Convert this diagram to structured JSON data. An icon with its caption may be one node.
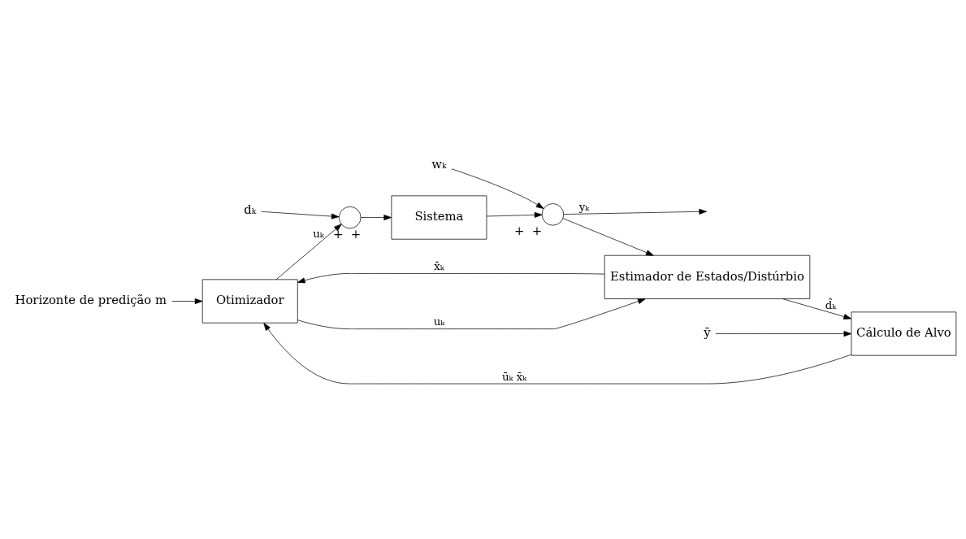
{
  "diagram": {
    "nodes": [
      {
        "text": [
          "Horizonte de predição m"
        ]
      },
      {
        "text": [
          "Otimizador"
        ]
      },
      {
        "text": [
          "dₖ"
        ]
      },
      {
        "text": [],
        "shape": "circle",
        "beside": [
          "+",
          "+"
        ]
      },
      {
        "text": [
          "Sistema"
        ]
      },
      {
        "text": [
          "wₖ"
        ]
      },
      {
        "text": [],
        "shape": "circle",
        "beside": [
          "+",
          "+"
        ]
      },
      {
        "text": [
          "Estimador de Estados/Distúrbio"
        ]
      },
      {
        "text": [
          "Cálculo de Alvo"
        ]
      },
      {
        "text": [
          "ȳ"
        ]
      }
    ],
    "edges": [
      {
        "from": 0,
        "to": 1,
        "arrow": "to"
      },
      {
        "from": 1,
        "to": 3,
        "arrow": "to",
        "label": "uₖ"
      },
      {
        "from": 2,
        "to": 3,
        "arrow": "to"
      },
      {
        "from": 3,
        "to": 4,
        "arrow": "to"
      },
      {
        "from": 4,
        "to": 6,
        "arrow": "to"
      },
      {
        "from": 5,
        "to": 6,
        "arrow": "to"
      },
      {
        "from": 6,
        "to": null,
        "arrow": "to",
        "label": "yₖ"
      },
      {
        "from": 1,
        "to": 7,
        "arrow": "to",
        "label": "uₖ"
      },
      {
        "from": 6,
        "to": 7,
        "arrow": "to"
      },
      {
        "from": 7,
        "to": 1,
        "arrow": "to",
        "label": "x̂ₖ"
      },
      {
        "from": 7,
        "to": 8,
        "arrow": "to",
        "label": "d̂ₖ"
      },
      {
        "from": 8,
        "to": 1,
        "arrow": "to",
        "label": "ūₖ x̄ₖ"
      },
      {
        "from": 9,
        "to": 8,
        "arrow": "to"
      }
    ]
  }
}
